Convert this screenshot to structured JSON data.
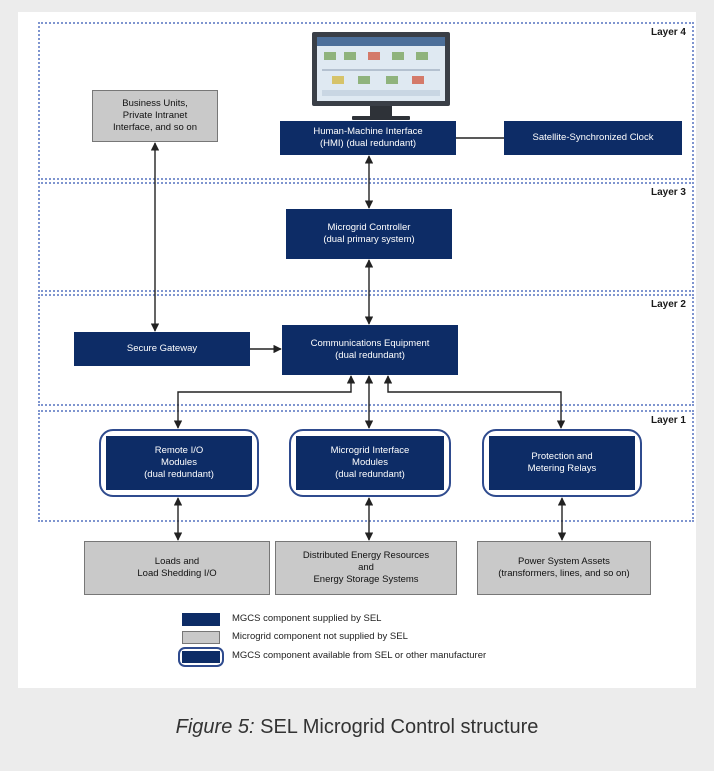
{
  "layers": {
    "layer4": "Layer 4",
    "layer3": "Layer 3",
    "layer2": "Layer 2",
    "layer1": "Layer 1"
  },
  "nodes": {
    "business_units": "Business Units,\nPrivate Intranet\nInterface, and so on",
    "hmi": "Human-Machine Interface\n(HMI) (dual redundant)",
    "clock": "Satellite-Synchronized Clock",
    "microgrid_controller": "Microgrid Controller\n(dual primary system)",
    "secure_gateway": "Secure Gateway",
    "communications": "Communications Equipment\n(dual redundant)",
    "remote_io": "Remote I/O\nModules\n(dual redundant)",
    "microgrid_interface": "Microgrid Interface\nModules\n(dual redundant)",
    "protection_relays": "Protection and\nMetering Relays",
    "loads": "Loads and\nLoad Shedding I/O",
    "der": "Distributed Energy Resources\nand\nEnergy Storage Systems",
    "power_assets": "Power System Assets\n(transformers, lines, and so on)"
  },
  "legend": [
    {
      "kind": "sel",
      "label": "MGCS component supplied by SEL"
    },
    {
      "kind": "gray",
      "label": "Microgrid component not supplied by SEL"
    },
    {
      "kind": "either",
      "label": "MGCS component available from SEL or other manufacturer"
    }
  ],
  "caption": {
    "lead": "Figure 5:",
    "text": " SEL Microgrid Control structure"
  },
  "colors": {
    "sel_blue": "#0d2c66",
    "gray_box": "#c9c9c9",
    "layer_border": "#7f95cf"
  }
}
